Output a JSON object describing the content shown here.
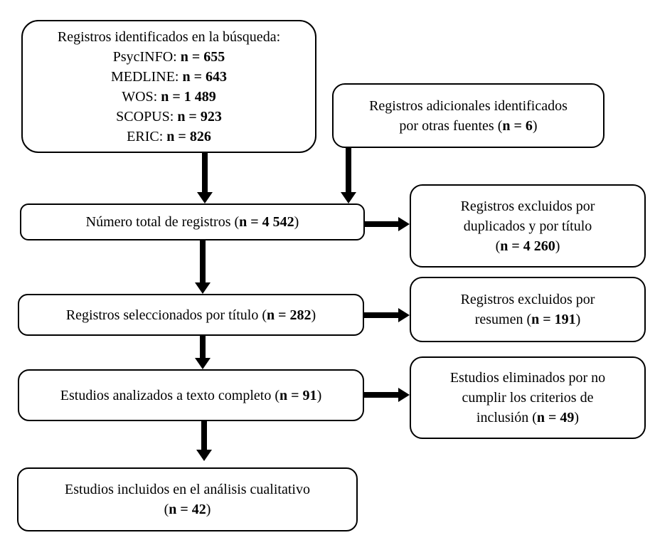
{
  "colors": {
    "background": "#ffffff",
    "box_border": "#000000",
    "text": "#000000",
    "arrow": "#000000"
  },
  "flow": {
    "identified": {
      "heading": "Registros identificados en la búsqueda:",
      "sources": [
        {
          "label": "PsycINFO: ",
          "value": "n = 655"
        },
        {
          "label": "MEDLINE: ",
          "value": "n = 643"
        },
        {
          "label": "WOS: ",
          "value": "n = 1 489"
        },
        {
          "label": "SCOPUS: ",
          "value": "n = 923"
        },
        {
          "label": "ERIC: ",
          "value": "n = 826"
        }
      ]
    },
    "additional": {
      "line1": "Registros adicionales identificados",
      "line2_prefix": "por otras fuentes (",
      "value": "n = 6",
      "suffix": ")"
    },
    "total": {
      "prefix": "Número total de registros (",
      "value": "n = 4 542",
      "suffix": ")"
    },
    "excluded_duplicates": {
      "line1": "Registros excluidos por",
      "line2": "duplicados y por título",
      "line3_prefix": "(",
      "value": "n = 4 260",
      "suffix": ")"
    },
    "selected_title": {
      "prefix": "Registros seleccionados por título (",
      "value": "n = 282",
      "suffix": ")"
    },
    "excluded_abstract": {
      "line1": "Registros excluidos por",
      "line2_prefix": "resumen (",
      "value": "n = 191",
      "suffix": ")"
    },
    "fulltext": {
      "prefix": "Estudios analizados a texto completo (",
      "value": "n = 91",
      "suffix": ")"
    },
    "eliminated": {
      "line1": "Estudios eliminados por no",
      "line2": "cumplir los criterios de",
      "line3_prefix": "inclusión (",
      "value": "n = 49",
      "suffix": ")"
    },
    "included": {
      "line1": "Estudios incluidos en el análisis cualitativo",
      "line2_prefix": "(",
      "value": "n = 42",
      "suffix": ")"
    }
  }
}
